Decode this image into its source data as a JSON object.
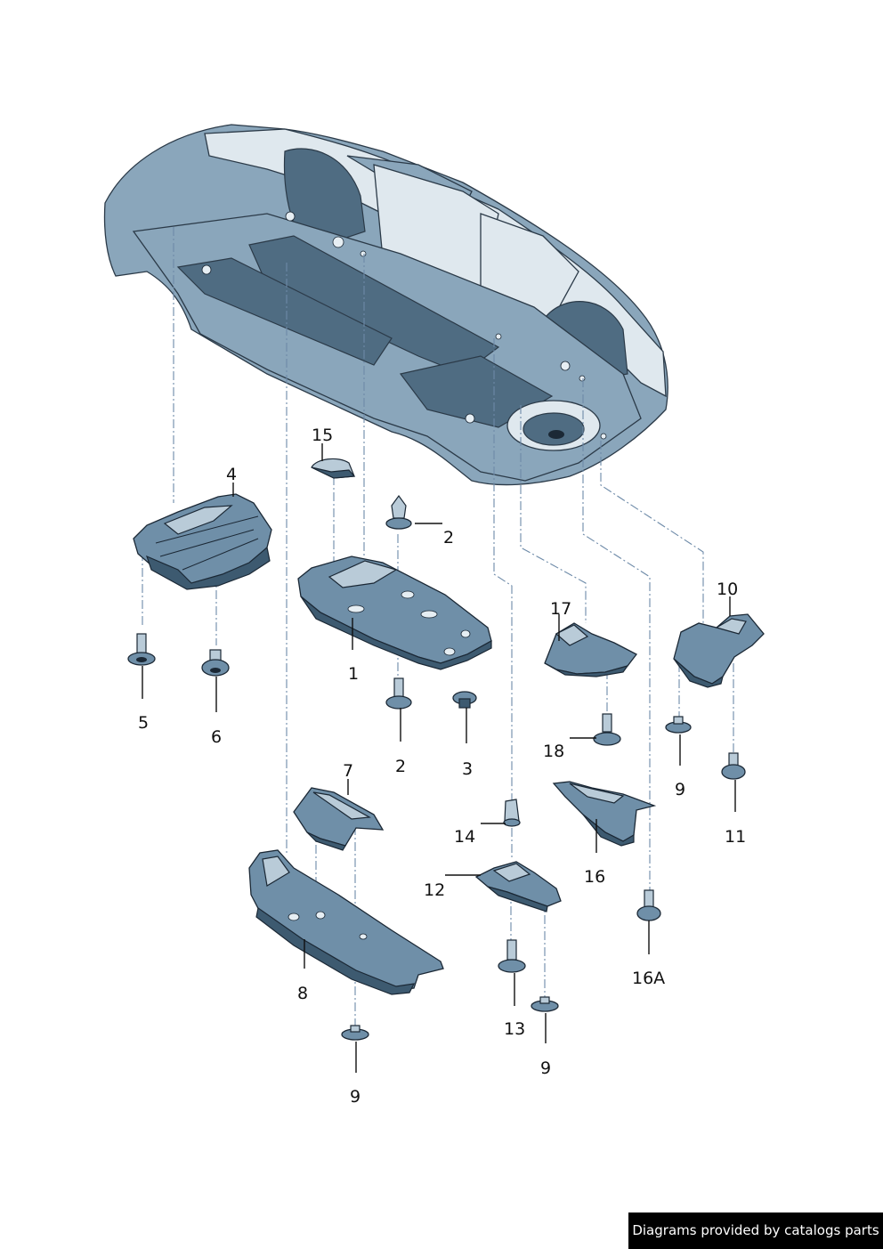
{
  "diagram": {
    "callouts": {
      "c1": "1",
      "c2a": "2",
      "c2b": "2",
      "c3": "3",
      "c4": "4",
      "c5": "5",
      "c6": "6",
      "c7": "7",
      "c8": "8",
      "c9a": "9",
      "c9b": "9",
      "c9c": "9",
      "c10": "10",
      "c11": "11",
      "c12": "12",
      "c13": "13",
      "c14": "14",
      "c15": "15",
      "c16": "16",
      "c16a": "16A",
      "c17": "17",
      "c18": "18"
    }
  },
  "footer": {
    "credit": "Diagrams provided by catalogs parts"
  },
  "colors": {
    "part_fill": "#6f8fa8",
    "part_dark": "#3d5a70",
    "body_highlight": "#dfe8ee",
    "guide_line": "#6d8aa8",
    "credit_background": "#000000"
  }
}
